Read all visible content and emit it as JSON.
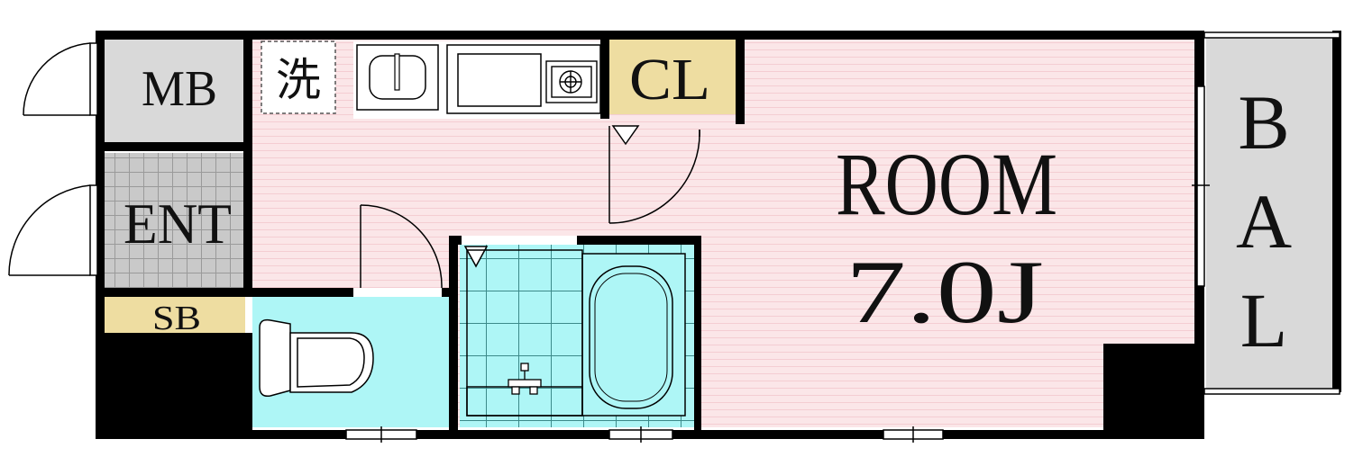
{
  "colors": {
    "room_floor": "#fbe6e8",
    "wet_area": "#aef6f6",
    "storage": "#eedda1",
    "utility_gray": "#d9d9d9",
    "entrance_tile": "#c8c8c8",
    "wall": "#000000"
  },
  "rooms": {
    "main_room_name": "ROOM",
    "main_room_size": "7.0J",
    "closet": "CL",
    "meter_box": "MB",
    "entrance": "ENT",
    "shoe_box": "SB",
    "washer": "洗",
    "balcony_letters": [
      "B",
      "A",
      "L"
    ]
  },
  "fixtures": [
    "sink-icon",
    "stove-icon",
    "toilet-icon",
    "bathtub-icon",
    "faucet-icon"
  ]
}
